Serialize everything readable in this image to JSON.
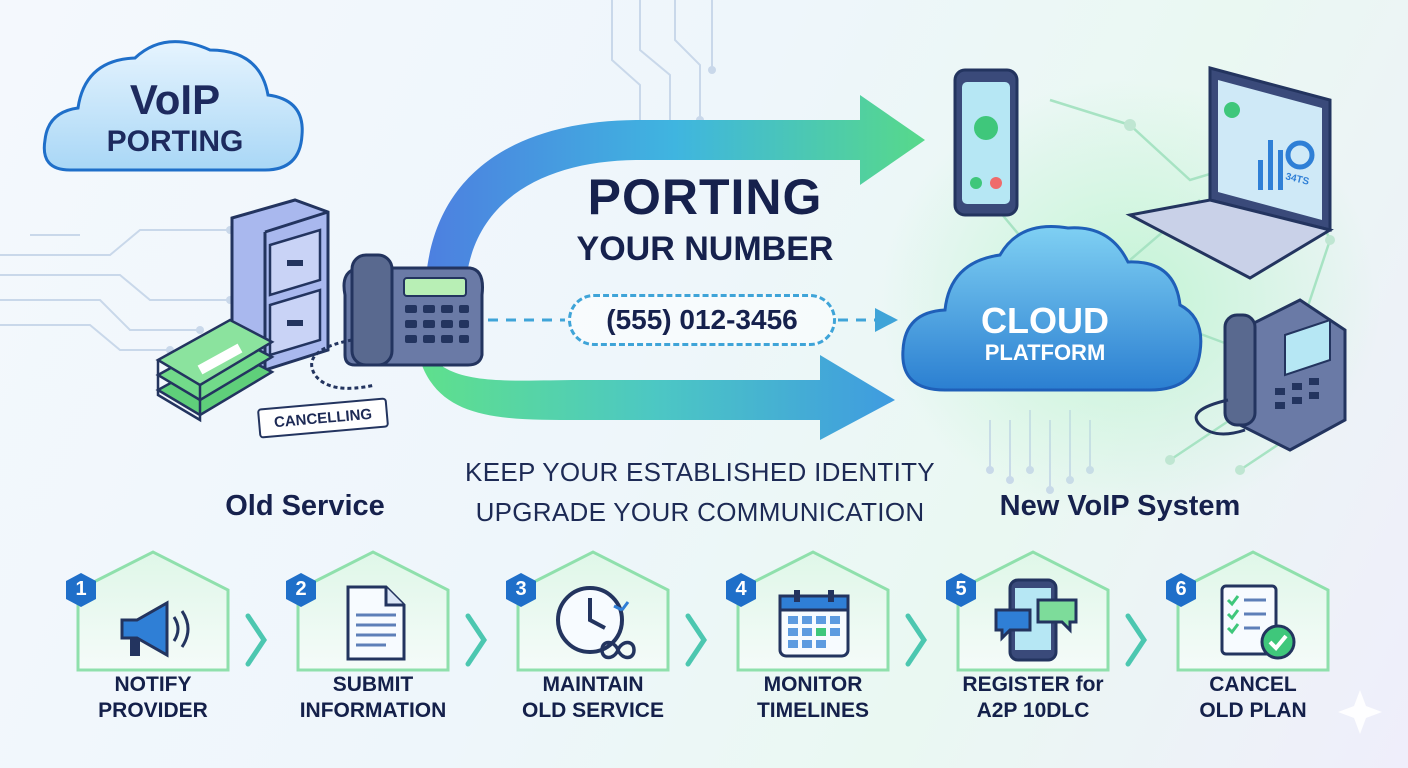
{
  "badge": {
    "line1": "VoIP",
    "line2": "PORTING"
  },
  "heading": {
    "line1": "PORTING",
    "line2": "YOUR NUMBER"
  },
  "phone_number": "(555) 012-3456",
  "tagline": {
    "line1": "KEEP YOUR ESTABLISHED IDENTITY",
    "line2": "UPGRADE YOUR COMMUNICATION"
  },
  "old_service": {
    "label": "Old Service",
    "tag": "CANCELLING"
  },
  "new_system": {
    "label": "New VoIP System",
    "cloud_line1": "CLOUD",
    "cloud_line2": "PLATFORM",
    "laptop_screen_text": "34TS"
  },
  "colors": {
    "navy": "#16214d",
    "blue": "#2f7fd6",
    "cyan": "#3fb5e0",
    "green": "#4cd685",
    "step_badge": "#1f6fc9"
  },
  "steps": [
    {
      "num": "1",
      "line1": "NOTIFY",
      "line2": "PROVIDER",
      "icon": "megaphone-icon"
    },
    {
      "num": "2",
      "line1": "SUBMIT",
      "line2": "INFORMATION",
      "icon": "document-icon"
    },
    {
      "num": "3",
      "line1": "MAINTAIN",
      "line2": "OLD SERVICE",
      "icon": "clock-infinity-icon"
    },
    {
      "num": "4",
      "line1": "MONITOR",
      "line2": "TIMELINES",
      "icon": "calendar-icon"
    },
    {
      "num": "5",
      "line1": "REGISTER for",
      "line2": "A2P 10DLC",
      "icon": "phone-chat-icon"
    },
    {
      "num": "6",
      "line1": "CANCEL",
      "line2": "OLD PLAN",
      "icon": "checklist-icon"
    }
  ]
}
